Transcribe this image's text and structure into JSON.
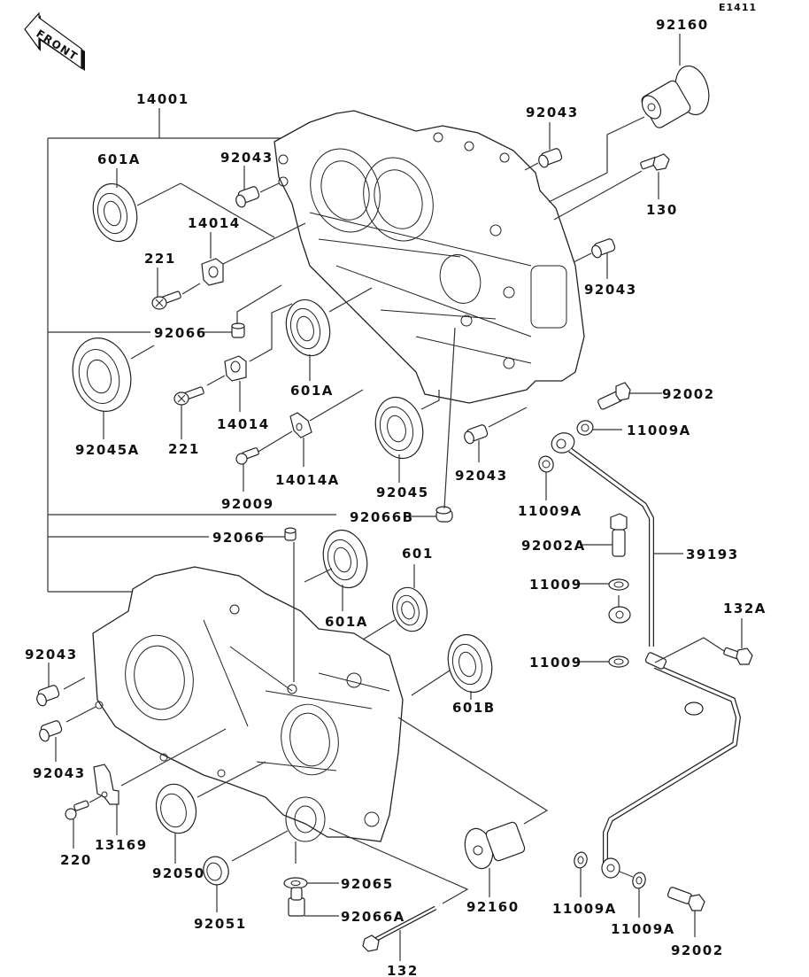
{
  "diagram": {
    "code": "E1411",
    "front_label": "FRONT",
    "parts": [
      {
        "id": "p-92160-top",
        "label": "92160",
        "name": "crankcase-breather-gear"
      },
      {
        "id": "p-14001",
        "label": "14001",
        "name": "crankcase-set"
      },
      {
        "id": "p-92043-a",
        "label": "92043",
        "name": "dowel-pin"
      },
      {
        "id": "p-601A-a",
        "label": "601A",
        "name": "ball-bearing"
      },
      {
        "id": "p-92043-b",
        "label": "92043",
        "name": "dowel-pin"
      },
      {
        "id": "p-130",
        "label": "130",
        "name": "flanged-bolt"
      },
      {
        "id": "p-14014-a",
        "label": "14014",
        "name": "bearing-plate"
      },
      {
        "id": "p-221-a",
        "label": "221",
        "name": "screw"
      },
      {
        "id": "p-92043-c",
        "label": "92043",
        "name": "dowel-pin"
      },
      {
        "id": "p-92066",
        "label": "92066",
        "name": "plug"
      },
      {
        "id": "p-601A-b",
        "label": "601A",
        "name": "ball-bearing"
      },
      {
        "id": "p-92002",
        "label": "92002",
        "name": "oil-bolt"
      },
      {
        "id": "p-14014-b",
        "label": "14014",
        "name": "bearing-plate"
      },
      {
        "id": "p-221-b",
        "label": "221",
        "name": "screw"
      },
      {
        "id": "p-11009A-a",
        "label": "11009A",
        "name": "gasket"
      },
      {
        "id": "p-92045A",
        "label": "92045A",
        "name": "ball-bearing"
      },
      {
        "id": "p-14014A",
        "label": "14014A",
        "name": "bearing-plate"
      },
      {
        "id": "p-92045",
        "label": "92045",
        "name": "ball-bearing"
      },
      {
        "id": "p-92043-d",
        "label": "92043",
        "name": "dowel-pin"
      },
      {
        "id": "p-92009",
        "label": "92009",
        "name": "screw"
      },
      {
        "id": "p-11009A-b",
        "label": "11009A",
        "name": "gasket"
      },
      {
        "id": "p-92066B",
        "label": "92066B",
        "name": "plug"
      },
      {
        "id": "p-92066-b",
        "label": "92066",
        "name": "plug"
      },
      {
        "id": "p-601",
        "label": "601",
        "name": "ball-bearing"
      },
      {
        "id": "p-92002A",
        "label": "92002A",
        "name": "oil-bolt"
      },
      {
        "id": "p-39193",
        "label": "39193",
        "name": "oil-pipe"
      },
      {
        "id": "p-11009-a",
        "label": "11009",
        "name": "gasket"
      },
      {
        "id": "p-601A-c",
        "label": "601A",
        "name": "ball-bearing"
      },
      {
        "id": "p-132A",
        "label": "132A",
        "name": "bolt"
      },
      {
        "id": "p-92043-e",
        "label": "92043",
        "name": "dowel-pin"
      },
      {
        "id": "p-11009-b",
        "label": "11009",
        "name": "gasket"
      },
      {
        "id": "p-601B",
        "label": "601B",
        "name": "ball-bearing"
      },
      {
        "id": "p-92043-f",
        "label": "92043",
        "name": "dowel-pin"
      },
      {
        "id": "p-13169",
        "label": "13169",
        "name": "guide"
      },
      {
        "id": "p-220",
        "label": "220",
        "name": "screw"
      },
      {
        "id": "p-92050",
        "label": "92050",
        "name": "oil-seal"
      },
      {
        "id": "p-92065",
        "label": "92065",
        "name": "gasket"
      },
      {
        "id": "p-92160-bot",
        "label": "92160",
        "name": "crankcase-breather-gear"
      },
      {
        "id": "p-92051",
        "label": "92051",
        "name": "oil-seal"
      },
      {
        "id": "p-92066A",
        "label": "92066A",
        "name": "drain-plug"
      },
      {
        "id": "p-11009A-c",
        "label": "11009A",
        "name": "gasket"
      },
      {
        "id": "p-11009A-d",
        "label": "11009A",
        "name": "gasket"
      },
      {
        "id": "p-132",
        "label": "132",
        "name": "bolt"
      },
      {
        "id": "p-92002-b",
        "label": "92002",
        "name": "oil-bolt"
      }
    ]
  }
}
